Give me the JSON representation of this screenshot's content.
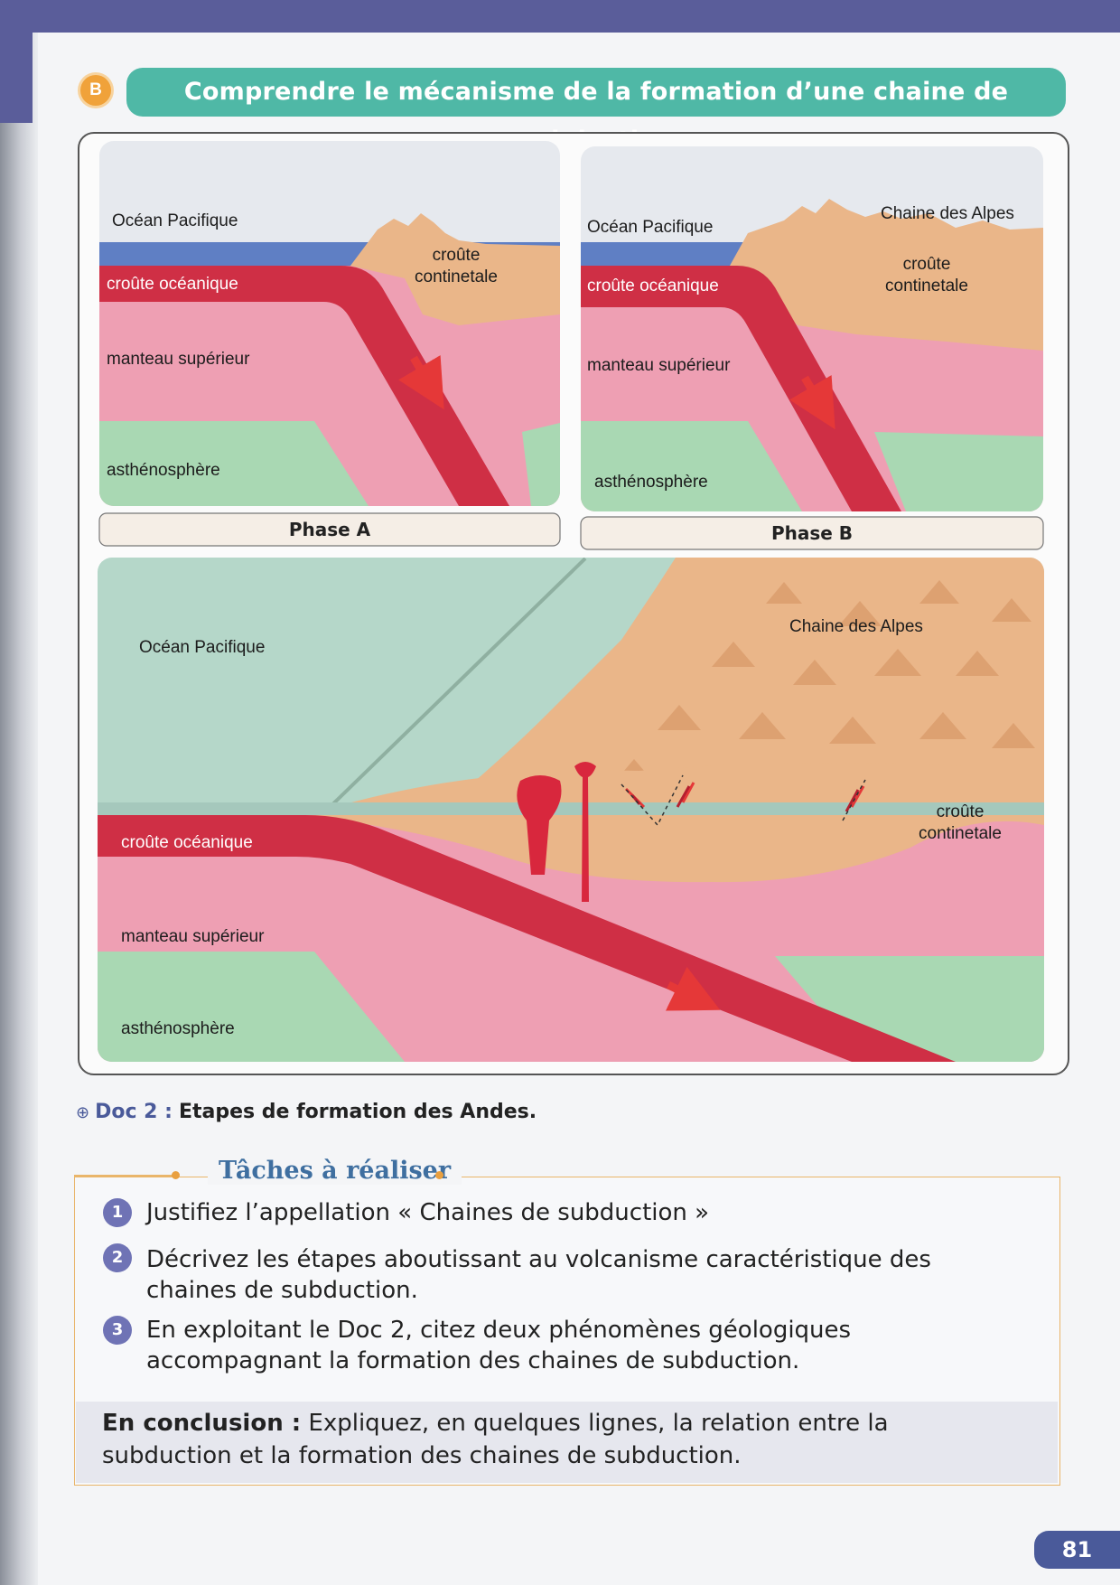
{
  "section": {
    "badge": "B",
    "title": "Comprendre le mécanisme de la formation d’une chaine de subduction"
  },
  "figure": {
    "phase_a": {
      "ocean": "Océan Pacifique",
      "oceanic_crust": "croûte océanique",
      "continental_crust_1": "croûte",
      "continental_crust_2": "continetale",
      "upper_mantle": "manteau supérieur",
      "asthenosphere": "asthénosphère",
      "label": "Phase A"
    },
    "phase_b": {
      "ocean": "Océan Pacifique",
      "mountain_chain": "Chaine des Alpes",
      "oceanic_crust": "croûte océanique",
      "continental_crust_1": "croûte",
      "continental_crust_2": "continetale",
      "upper_mantle": "manteau supérieur",
      "asthenosphere": "asthénosphère",
      "label": "Phase B"
    },
    "block": {
      "ocean": "Océan Pacifique",
      "mountain_chain": "Chaine des Alpes",
      "oceanic_crust": "croûte océanique",
      "continental_crust_1": "croûte",
      "continental_crust_2": "continetale",
      "upper_mantle": "manteau supérieur",
      "asthenosphere": "asthénosphère"
    }
  },
  "caption": {
    "icon": "⊕",
    "ref": "Doc 2 :",
    "title": "Etapes de formation des Andes."
  },
  "tasks": {
    "heading": "Tâches à réaliser",
    "items": [
      {
        "num": "1",
        "text": "Justifiez l’appellation « Chaines de subduction »"
      },
      {
        "num": "2",
        "text": "Décrivez les étapes aboutissant au volcanisme caractéristique des chaines de subduction."
      },
      {
        "num": "3",
        "text": "En exploitant le Doc 2, citez deux phénomènes géologiques accompagnant la formation des chaines de subduction."
      }
    ],
    "conclusion_label": "En conclusion :",
    "conclusion_text": " Expliquez, en quelques lignes, la relation entre la subduction et la formation des chaines de subduction."
  },
  "page_number": "81",
  "colors": {
    "ocean": "#5f7fc4",
    "oceanic_crust": "#cf2f45",
    "mantle": "#ee9fb3",
    "asthenosphere": "#a9d8b3",
    "continental_crust": "#eab689",
    "title_bar": "#4fb8a6",
    "accent_blue": "#4a5a9a"
  }
}
